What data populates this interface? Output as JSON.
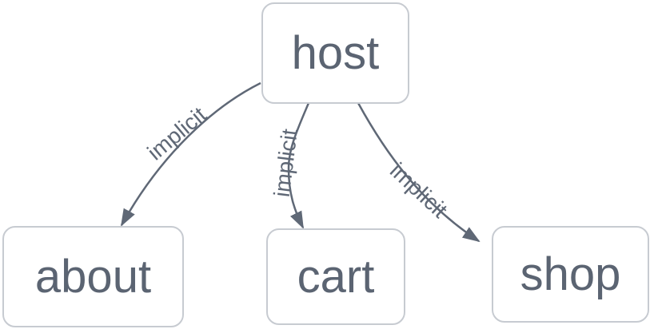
{
  "graph": {
    "nodes": [
      {
        "id": "host",
        "label": "host"
      },
      {
        "id": "about",
        "label": "about"
      },
      {
        "id": "cart",
        "label": "cart"
      },
      {
        "id": "shop",
        "label": "shop"
      }
    ],
    "edges": [
      {
        "from": "host",
        "to": "about",
        "label": "implicit"
      },
      {
        "from": "host",
        "to": "cart",
        "label": "implicit"
      },
      {
        "from": "host",
        "to": "shop",
        "label": "implicit"
      }
    ],
    "colors": {
      "background": "#ffffff",
      "node_border": "#c7cbd1",
      "node_fill": "#ffffff",
      "node_text": "#5b6472",
      "edge": "#5f6876",
      "edge_label": "#5f6876"
    }
  }
}
